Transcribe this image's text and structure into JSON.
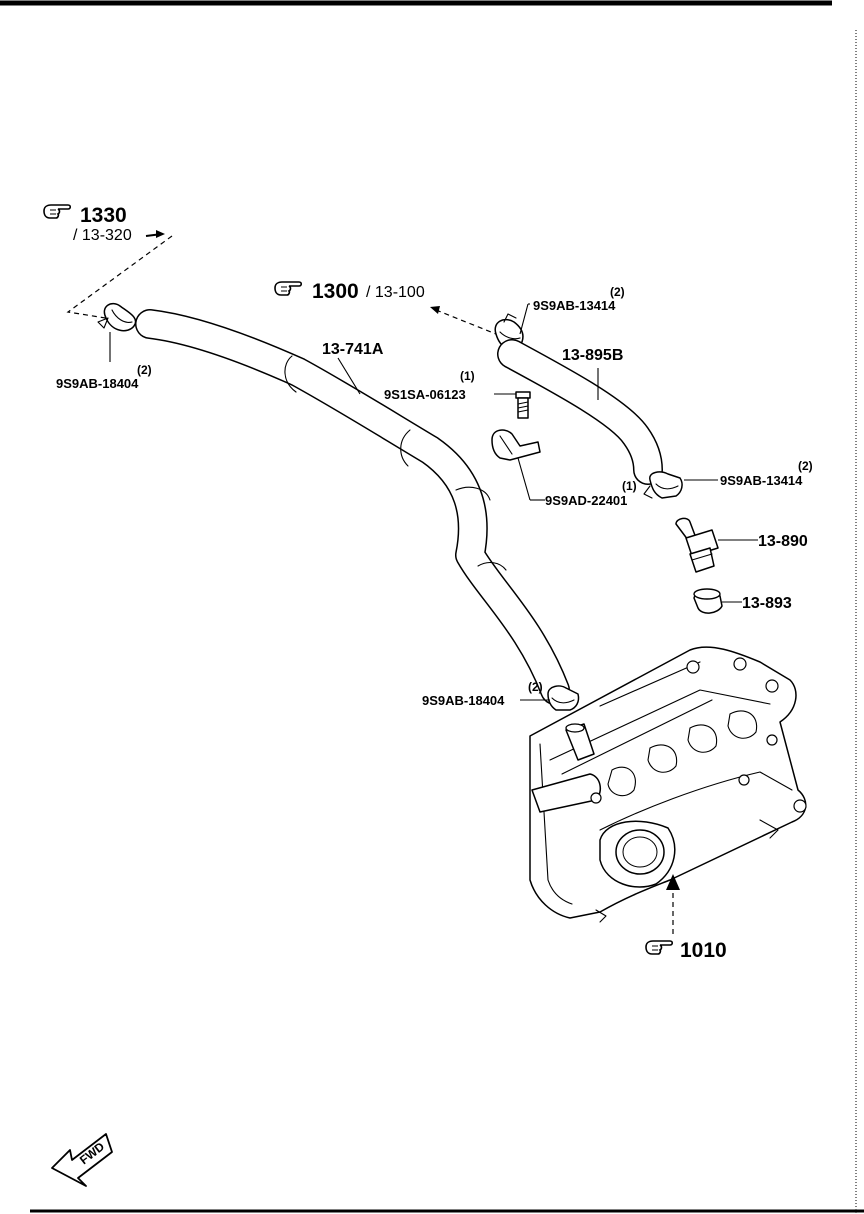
{
  "references": {
    "r1330": {
      "num": "1330",
      "sub": "/ 13-320"
    },
    "r1300": {
      "num": "1300",
      "sub": "/ 13-100"
    },
    "r1010": {
      "num": "1010"
    }
  },
  "parts": {
    "clamp_top_left": {
      "code": "9S9AB-18404",
      "qty": "(2)"
    },
    "hose_741a": {
      "code": "13-741A"
    },
    "clamp_top_mid": {
      "code": "9S9AB-13414",
      "qty": "(2)"
    },
    "bolt": {
      "code": "9S1SA-06123",
      "qty": "(1)"
    },
    "hose_895b": {
      "code": "13-895B"
    },
    "bracket": {
      "code": "9S9AD-22401",
      "qty": "(1)"
    },
    "clamp_right": {
      "code": "9S9AB-13414",
      "qty": "(2)"
    },
    "pcv_valve": {
      "code": "13-890"
    },
    "grommet": {
      "code": "13-893"
    },
    "clamp_bottom": {
      "code": "9S9AB-18404",
      "qty": "(2)"
    }
  },
  "fwd": {
    "label": "FWD"
  }
}
